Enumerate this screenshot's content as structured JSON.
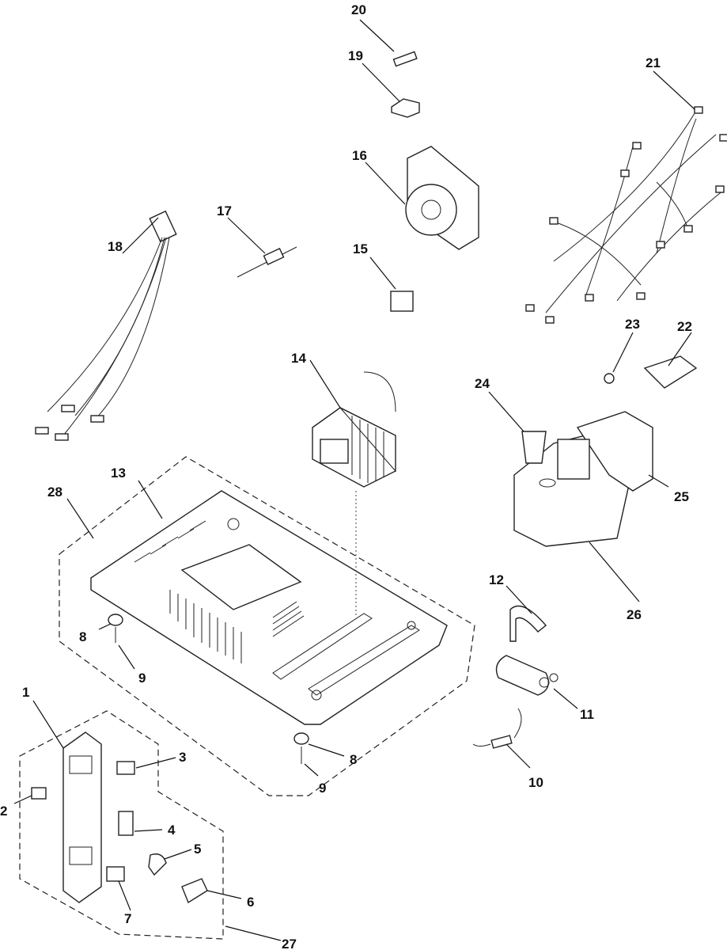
{
  "callouts": [
    {
      "id": "c1",
      "label": "1"
    },
    {
      "id": "c2",
      "label": "2"
    },
    {
      "id": "c3",
      "label": "3"
    },
    {
      "id": "c4",
      "label": "4"
    },
    {
      "id": "c5",
      "label": "5"
    },
    {
      "id": "c6",
      "label": "6"
    },
    {
      "id": "c7",
      "label": "7"
    },
    {
      "id": "c8a",
      "label": "8"
    },
    {
      "id": "c8b",
      "label": "8"
    },
    {
      "id": "c9a",
      "label": "9"
    },
    {
      "id": "c9b",
      "label": "9"
    },
    {
      "id": "c10",
      "label": "10"
    },
    {
      "id": "c11",
      "label": "11"
    },
    {
      "id": "c12",
      "label": "12"
    },
    {
      "id": "c13",
      "label": "13"
    },
    {
      "id": "c14",
      "label": "14"
    },
    {
      "id": "c15",
      "label": "15"
    },
    {
      "id": "c16",
      "label": "16"
    },
    {
      "id": "c17",
      "label": "17"
    },
    {
      "id": "c18",
      "label": "18"
    },
    {
      "id": "c19",
      "label": "19"
    },
    {
      "id": "c20",
      "label": "20"
    },
    {
      "id": "c21",
      "label": "21"
    },
    {
      "id": "c22",
      "label": "22"
    },
    {
      "id": "c23",
      "label": "23"
    },
    {
      "id": "c24",
      "label": "24"
    },
    {
      "id": "c25",
      "label": "25"
    },
    {
      "id": "c26",
      "label": "26"
    },
    {
      "id": "c27",
      "label": "27"
    },
    {
      "id": "c28",
      "label": "28"
    }
  ]
}
